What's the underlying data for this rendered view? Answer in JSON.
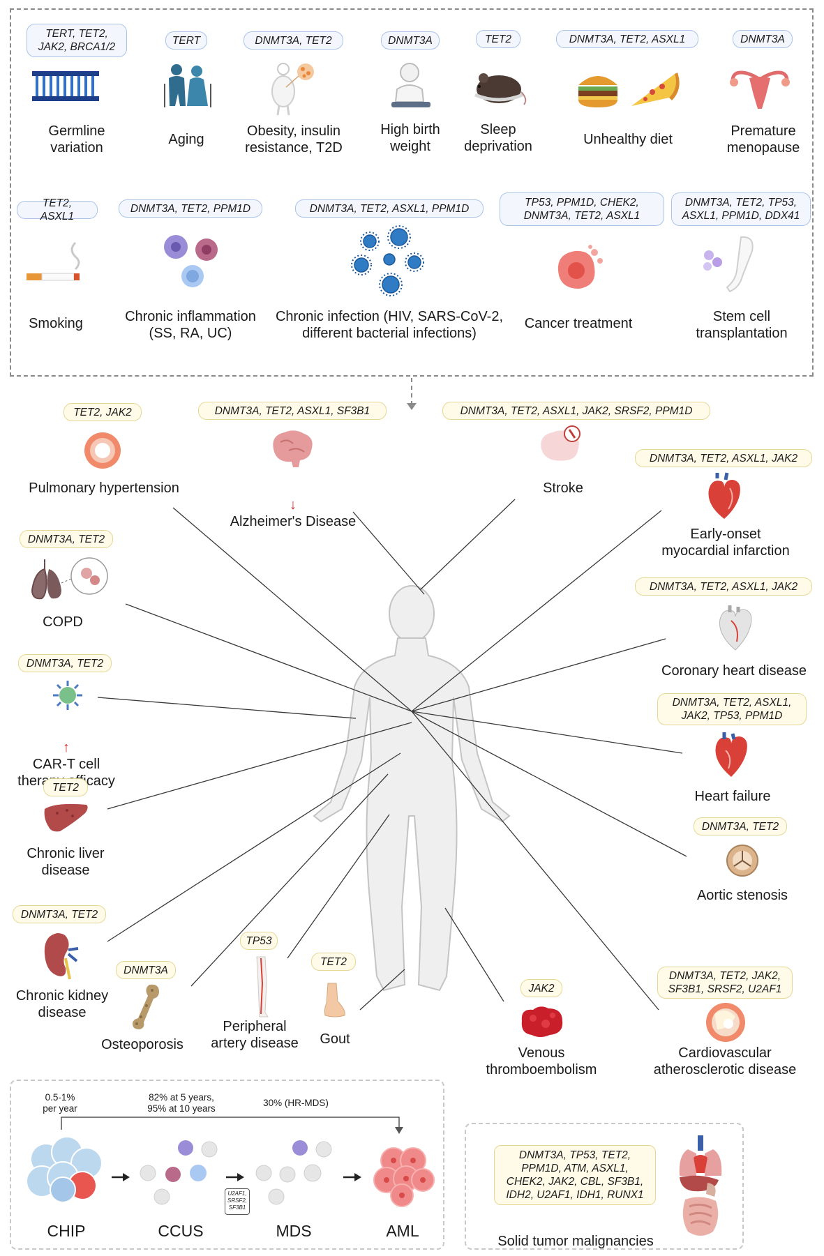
{
  "risk_factors": [
    {
      "id": "germline",
      "genes": "TERT, TET2,\nJAK2, BRCA1/2",
      "label": "Germline\nvariation",
      "icon": "dna-icon"
    },
    {
      "id": "aging",
      "genes": "TERT",
      "label": "Aging",
      "icon": "elderly-couple-icon"
    },
    {
      "id": "obesity",
      "genes": "DNMT3A, TET2",
      "label": "Obesity, insulin\nresistance, T2D",
      "icon": "obesity-icon"
    },
    {
      "id": "birth",
      "genes": "DNMT3A",
      "label": "High birth\nweight",
      "icon": "baby-icon"
    },
    {
      "id": "sleep",
      "genes": "TET2",
      "label": "Sleep\ndeprivation",
      "icon": "mouse-icon"
    },
    {
      "id": "diet",
      "genes": "DNMT3A, TET2, ASXL1",
      "label": "Unhealthy diet",
      "icon": "burger-pizza-icon"
    },
    {
      "id": "menopause",
      "genes": "DNMT3A",
      "label": "Premature\nmenopause",
      "icon": "uterus-icon"
    },
    {
      "id": "smoking",
      "genes": "TET2, ASXL1",
      "label": "Smoking",
      "icon": "cigarette-icon"
    },
    {
      "id": "inflammation",
      "genes": "DNMT3A, TET2, PPM1D",
      "label": "Chronic inflammation\n(SS, RA, UC)",
      "icon": "immune-cells-icon"
    },
    {
      "id": "infection",
      "genes": "DNMT3A, TET2, ASXL1, PPM1D",
      "label": "Chronic infection (HIV, SARS-CoV-2,\ndifferent bacterial infections)",
      "icon": "virus-icon"
    },
    {
      "id": "cancer",
      "genes": "TP53, PPM1D, CHEK2,\nDNMT3A, TET2, ASXL1",
      "label": "Cancer treatment",
      "icon": "cancer-cell-icon"
    },
    {
      "id": "stemcell",
      "genes": "DNMT3A, TET2, TP53,\nASXL1, PPM1D, DDX41",
      "label": "Stem cell\ntransplantation",
      "icon": "transplant-icon"
    }
  ],
  "diseases": [
    {
      "id": "pulm",
      "genes": "TET2, JAK2",
      "label": "Pulmonary hypertension",
      "icon": "vessel-icon"
    },
    {
      "id": "alz",
      "genes": "DNMT3A, TET2, ASXL1, SF3B1",
      "label": "Alzheimer's Disease",
      "arrow": "↓",
      "icon": "brain-icon"
    },
    {
      "id": "stroke",
      "genes": "DNMT3A, TET2, ASXL1, JAK2, SRSF2, PPM1D",
      "label": "Stroke",
      "icon": "stroke-brain-icon"
    },
    {
      "id": "mi",
      "genes": "DNMT3A, TET2, ASXL1, JAK2",
      "label": "Early-onset\nmyocardial infarction",
      "icon": "heart-icon"
    },
    {
      "id": "copd",
      "genes": "DNMT3A, TET2",
      "label": "COPD",
      "icon": "lungs-icon"
    },
    {
      "id": "chd",
      "genes": "DNMT3A, TET2, ASXL1, JAK2",
      "label": "Coronary heart disease",
      "icon": "coronary-heart-icon"
    },
    {
      "id": "cart",
      "genes": "DNMT3A, TET2",
      "label": "CAR-T cell\ntherapy efficacy",
      "arrow": "↑",
      "icon": "car-t-cell-icon"
    },
    {
      "id": "hf",
      "genes": "DNMT3A, TET2, ASXL1,\nJAK2, TP53, PPM1D",
      "label": "Heart failure",
      "icon": "failing-heart-icon"
    },
    {
      "id": "liver",
      "genes": "TET2",
      "label": "Chronic liver\ndisease",
      "icon": "liver-icon"
    },
    {
      "id": "aortic",
      "genes": "DNMT3A, TET2",
      "label": "Aortic stenosis",
      "icon": "aortic-valve-icon"
    },
    {
      "id": "kidney",
      "genes": "DNMT3A, TET2",
      "label": "Chronic kidney\ndisease",
      "icon": "kidney-icon"
    },
    {
      "id": "osteo",
      "genes": "DNMT3A",
      "label": "Osteoporosis",
      "icon": "bone-icon"
    },
    {
      "id": "pad",
      "genes": "TP53",
      "label": "Peripheral\nartery disease",
      "icon": "leg-artery-icon"
    },
    {
      "id": "gout",
      "genes": "TET2",
      "label": "Gout",
      "icon": "foot-icon"
    },
    {
      "id": "vte",
      "genes": "JAK2",
      "label": "Venous\nthromboembolism",
      "icon": "clot-icon"
    },
    {
      "id": "ascvd",
      "genes": "DNMT3A, TET2, JAK2,\nSF3B1, SRSF2, U2AF1",
      "label": "Cardiovascular\natherosclerotic disease",
      "icon": "artery-plaque-icon"
    }
  ],
  "progression": {
    "rate1": "0.5-1%\nper year",
    "rate2": "82% at 5 years,\n95% at 10 years",
    "rate3": "30% (HR-MDS)",
    "mds_genes": "U2AF1,\nSRSF2,\nSF3B1",
    "stages": [
      "CHIP",
      "CCUS",
      "MDS",
      "AML"
    ]
  },
  "solid": {
    "genes": "DNMT3A, TP53, TET2,\nPPM1D, ATM, ASXL1,\nCHEK2, JAK2, CBL, SF3B1,\nIDH2, U2AF1, IDH1, RUNX1",
    "label": "Solid tumor malignancies"
  },
  "colors": {
    "blue_pill_border": "#aac3e6",
    "yellow_pill_border": "#e4d796",
    "arrow_red": "#d6282b",
    "cell_red": "#e8564f",
    "line": "#3a3a3a"
  }
}
